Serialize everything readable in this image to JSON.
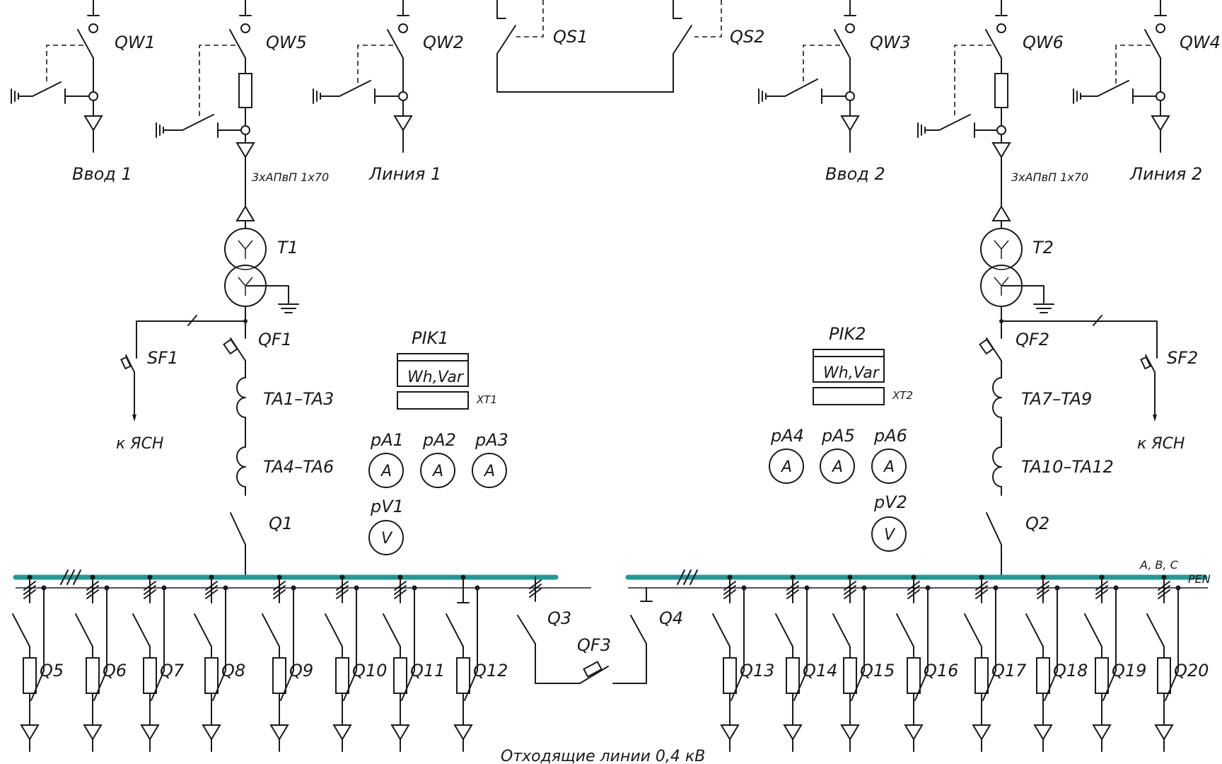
{
  "switches_top": {
    "qw1": "QW1",
    "qw5": "QW5",
    "qw2": "QW2",
    "qs1": "QS1",
    "qs2": "QS2",
    "qw3": "QW3",
    "qw6": "QW6",
    "qw4": "QW4"
  },
  "lines": {
    "input1": "Ввод 1",
    "line1": "Линия 1",
    "input2": "Ввод 2",
    "line2": "Линия 2",
    "cable_left": "3хАПвП 1х70",
    "cable_right": "3хАПвП 1х70"
  },
  "transformers": {
    "t1": "T1",
    "t2": "T2"
  },
  "aux": {
    "sf1": "SF1",
    "sf2": "SF2",
    "to_ysn_left": "к ЯСН",
    "to_ysn_right": "к ЯСН"
  },
  "breakers": {
    "qf1": "QF1",
    "qf2": "QF2",
    "qf3": "QF3"
  },
  "current_transformers": {
    "left_a": "TA1–TA3",
    "left_b": "TA4–TA6",
    "right_a": "TA7–TA9",
    "right_b": "TA10–TA12"
  },
  "meters": {
    "pik1": "PIK1",
    "pik1_units": "Wh,Var",
    "xt1": "XT1",
    "pik2": "PIK2",
    "pik2_units": "Wh,Var",
    "xt2": "XT2"
  },
  "instruments": {
    "pa1": "pA1",
    "pa2": "pA2",
    "pa3": "pA3",
    "pa4": "pA4",
    "pa5": "pA5",
    "pa6": "pA6",
    "pv1": "pV1",
    "pv2": "pV2",
    "ammeter_symbol": "A",
    "voltmeter_symbol": "V"
  },
  "main_switches": {
    "q1": "Q1",
    "q2": "Q2",
    "q3": "Q3",
    "q4": "Q4"
  },
  "bus": {
    "phases": "A, B, C",
    "pen": "PEN"
  },
  "feeders": {
    "left": [
      "Q5",
      "Q6",
      "Q7",
      "Q8",
      "Q9",
      "Q10",
      "Q11",
      "Q12"
    ],
    "right": [
      "Q13",
      "Q14",
      "Q15",
      "Q16",
      "Q17",
      "Q18",
      "Q19",
      "Q20"
    ]
  },
  "footer": {
    "outgoing": "Отходящие линии 0,4 кВ"
  },
  "colors": {
    "bus": "#1f9a9a",
    "wire": "#1a1a1a"
  }
}
